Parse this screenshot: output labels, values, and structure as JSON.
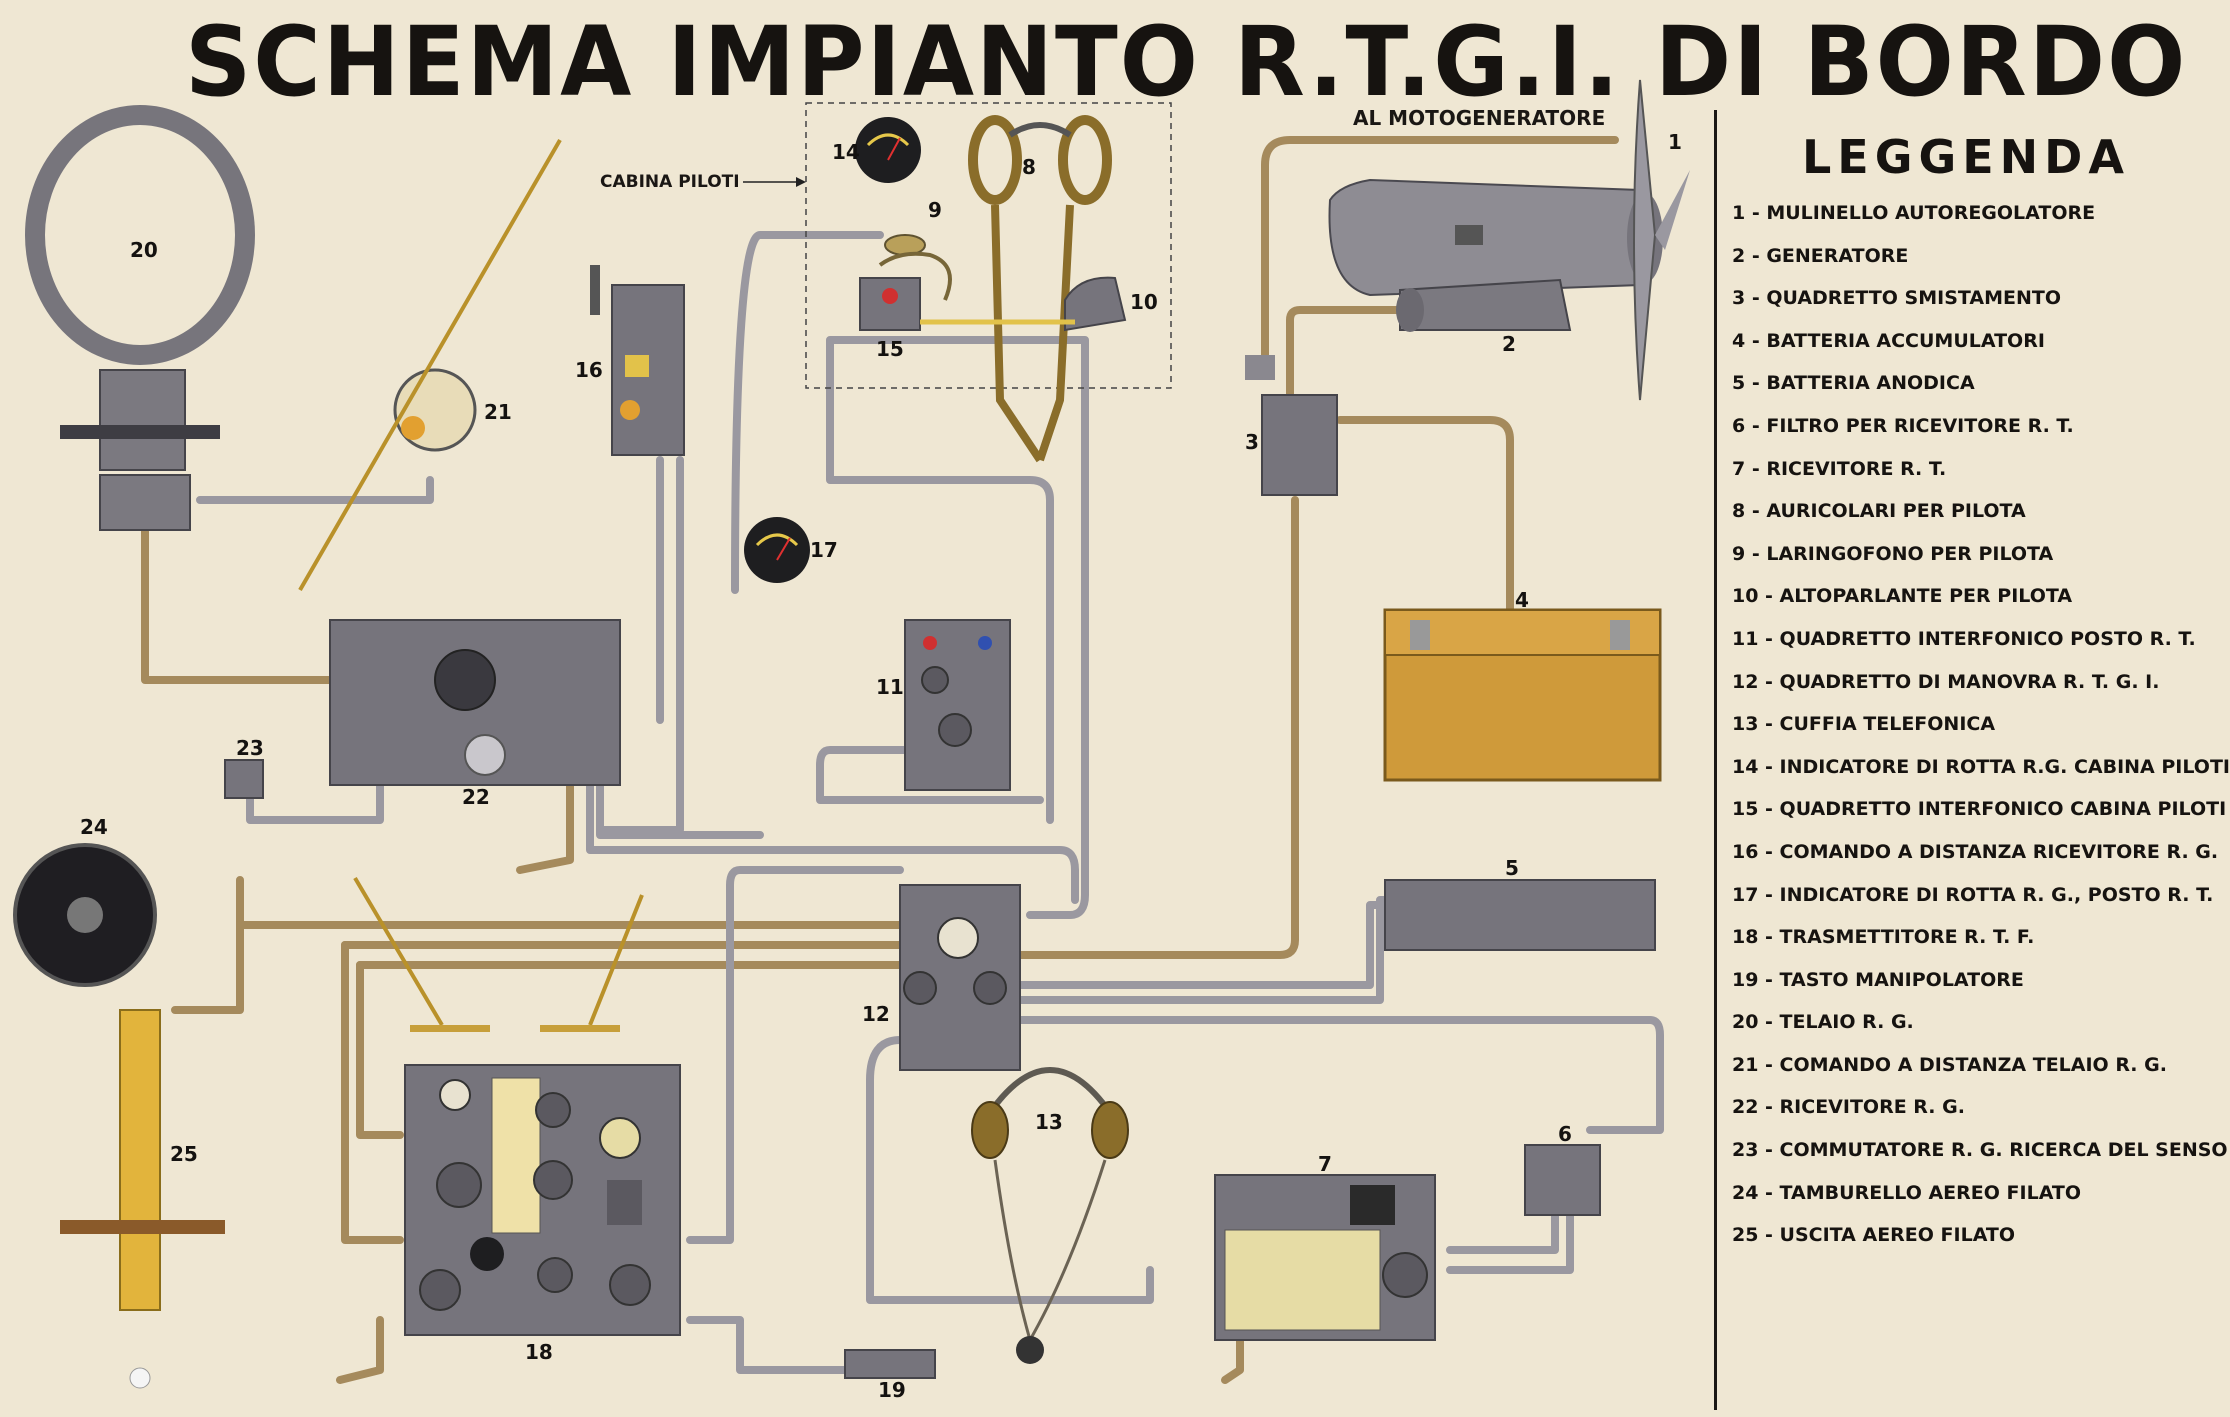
{
  "title": "SCHEMA IMPIANTO R.T.G.I. DI BORDO",
  "labels": {
    "motogeneratore": "AL MOTOGENERATORE",
    "cabina_piloti": "CABINA PILOTI"
  },
  "legend": {
    "title": "LEGGENDA",
    "items": [
      "1 - MULINELLO AUTOREGOLATORE",
      "2 - GENERATORE",
      "3 - QUADRETTO SMISTAMENTO",
      "4 - BATTERIA ACCUMULATORI",
      "5 - BATTERIA ANODICA",
      "6 - FILTRO PER RICEVITORE R. T.",
      "7 - RICEVITORE R. T.",
      "8 - AURICOLARI PER PILOTA",
      "9 - LARINGOFONO PER PILOTA",
      "10 - ALTOPARLANTE PER PILOTA",
      "11 - QUADRETTO INTERFONICO POSTO R. T.",
      "12 - QUADRETTO DI MANOVRA R. T. G. I.",
      "13 - CUFFIA TELEFONICA",
      "14 - INDICATORE DI ROTTA R.G. CABINA PILOTI",
      "15 - QUADRETTO INTERFONICO CABINA PILOTI",
      "16 - COMANDO A DISTANZA RICEVITORE R. G.",
      "17 - INDICATORE DI ROTTA R. G., POSTO R. T.",
      "18 - TRASMETTITORE R. T. F.",
      "19 - TASTO MANIPOLATORE",
      "20 - TELAIO R. G.",
      "21 - COMANDO A DISTANZA TELAIO R. G.",
      "22 - RICEVITORE R. G.",
      "23 - COMMUTATORE R. G. RICERCA DEL SENSO",
      "24 - TAMBURELLO AEREO FILATO",
      "25 - USCITA AEREO FILATO"
    ]
  },
  "components": [
    {
      "num": "1"
    },
    {
      "num": "2"
    },
    {
      "num": "3"
    },
    {
      "num": "4"
    },
    {
      "num": "5"
    },
    {
      "num": "6"
    },
    {
      "num": "7"
    },
    {
      "num": "8"
    },
    {
      "num": "9"
    },
    {
      "num": "10"
    },
    {
      "num": "11"
    },
    {
      "num": "12"
    },
    {
      "num": "13"
    },
    {
      "num": "14"
    },
    {
      "num": "15"
    },
    {
      "num": "16"
    },
    {
      "num": "17"
    },
    {
      "num": "18"
    },
    {
      "num": "19"
    },
    {
      "num": "20"
    },
    {
      "num": "21"
    },
    {
      "num": "22"
    },
    {
      "num": "23"
    },
    {
      "num": "24"
    },
    {
      "num": "25"
    }
  ],
  "colors": {
    "paper": "#efe7d3",
    "device_gray": "#76747c",
    "cable_tan": "#b39868",
    "wood_box": "#cf9a3a",
    "mast_yellow": "#e2b43c",
    "ink": "#161310"
  }
}
